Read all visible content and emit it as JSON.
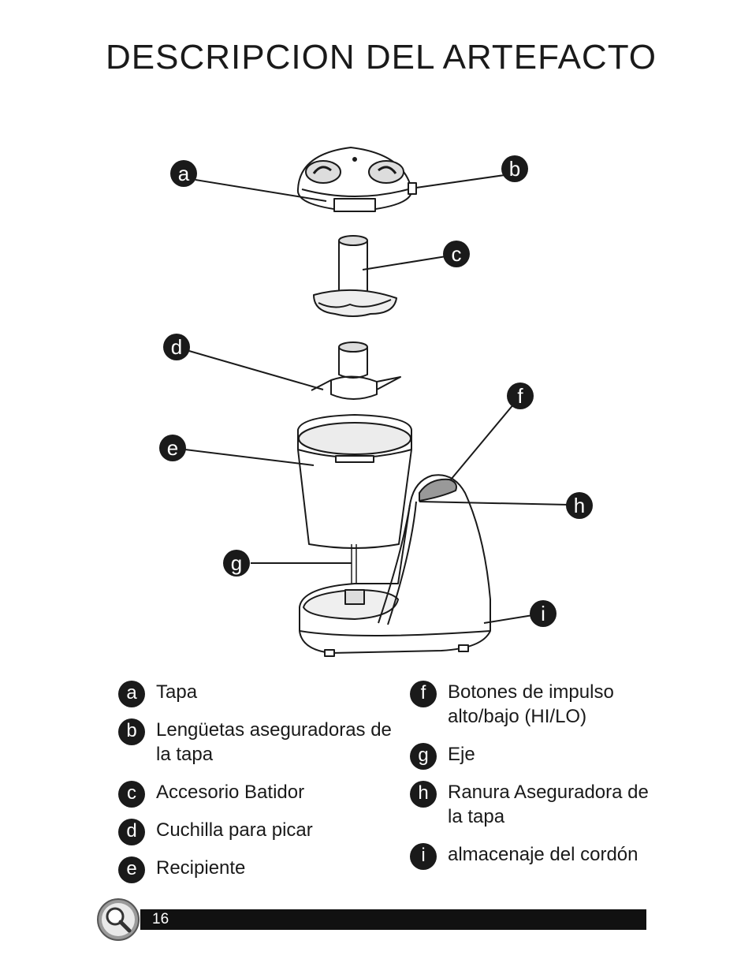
{
  "page": {
    "title": "DESCRIPCION DEL ARTEFACTO",
    "page_number": "16"
  },
  "diagram": {
    "callouts": [
      "a",
      "b",
      "c",
      "d",
      "e",
      "f",
      "g",
      "h",
      "i"
    ]
  },
  "legend": {
    "left": [
      {
        "letter": "a",
        "text": "Tapa"
      },
      {
        "letter": "b",
        "text": "Lengüetas aseguradoras de la tapa"
      },
      {
        "letter": "c",
        "text": "Accesorio Batidor"
      },
      {
        "letter": "d",
        "text": "Cuchilla para picar"
      },
      {
        "letter": "e",
        "text": "Recipiente"
      }
    ],
    "right": [
      {
        "letter": "f",
        "text": "Botones de impulso alto/bajo (HI/LO)"
      },
      {
        "letter": "g",
        "text": "Eje"
      },
      {
        "letter": "h",
        "text": "Ranura Aseguradora de la tapa"
      },
      {
        "letter": "i",
        "text": "almacenaje del cordón"
      }
    ]
  },
  "icons": {
    "footer": "magnifier-icon"
  }
}
